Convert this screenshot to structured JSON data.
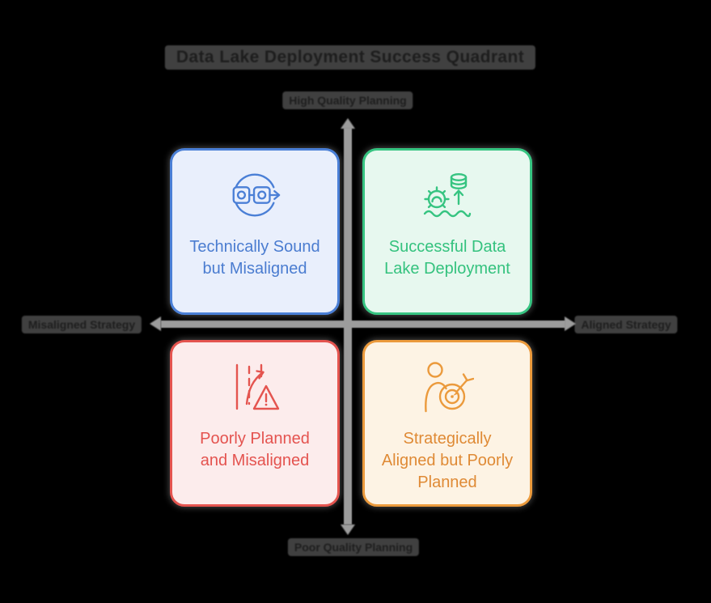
{
  "diagram": {
    "title": "Data Lake Deployment Success Quadrant",
    "note": "Title and axis labels are rendered as dim dark-gray text on black (barely legible in source image)",
    "axes": {
      "top_label": "High Quality Planning",
      "bottom_label": "Poor Quality Planning",
      "left_label": "Misaligned Strategy",
      "right_label": "Aligned Strategy",
      "line_color": "#9c9c9c",
      "label_bar_color": "#404040",
      "label_text_color": "#1d1d1d"
    },
    "quadrants": {
      "top_left": {
        "label": "Technically Sound but Misaligned",
        "lines": [
          "Technically Sound",
          "but Misaligned"
        ],
        "icon": "pipeline-sync-icon",
        "accent": "#4a7fd6",
        "text_color": "#4a7cd0",
        "bg": "#e9effc"
      },
      "top_right": {
        "label": "Successful Data Lake Deployment",
        "lines": [
          "Successful Data",
          "Lake Deployment"
        ],
        "icon": "data-lake-launch-icon",
        "accent": "#36c481",
        "text_color": "#34c27e",
        "bg": "#e7f8ef"
      },
      "bottom_left": {
        "label": "Poorly Planned and Misaligned",
        "lines": [
          "Poorly Planned",
          "and Misaligned"
        ],
        "icon": "road-warning-icon",
        "accent": "#e4544f",
        "text_color": "#e4534f",
        "bg": "#fcecec"
      },
      "bottom_right": {
        "label": "Strategically Aligned but Poorly Planned",
        "lines": [
          "Strategically",
          "Aligned but Poorly",
          "Planned"
        ],
        "icon": "person-target-icon",
        "accent": "#eb9a3c",
        "text_color": "#df8a35",
        "bg": "#fdf3e4"
      }
    }
  }
}
